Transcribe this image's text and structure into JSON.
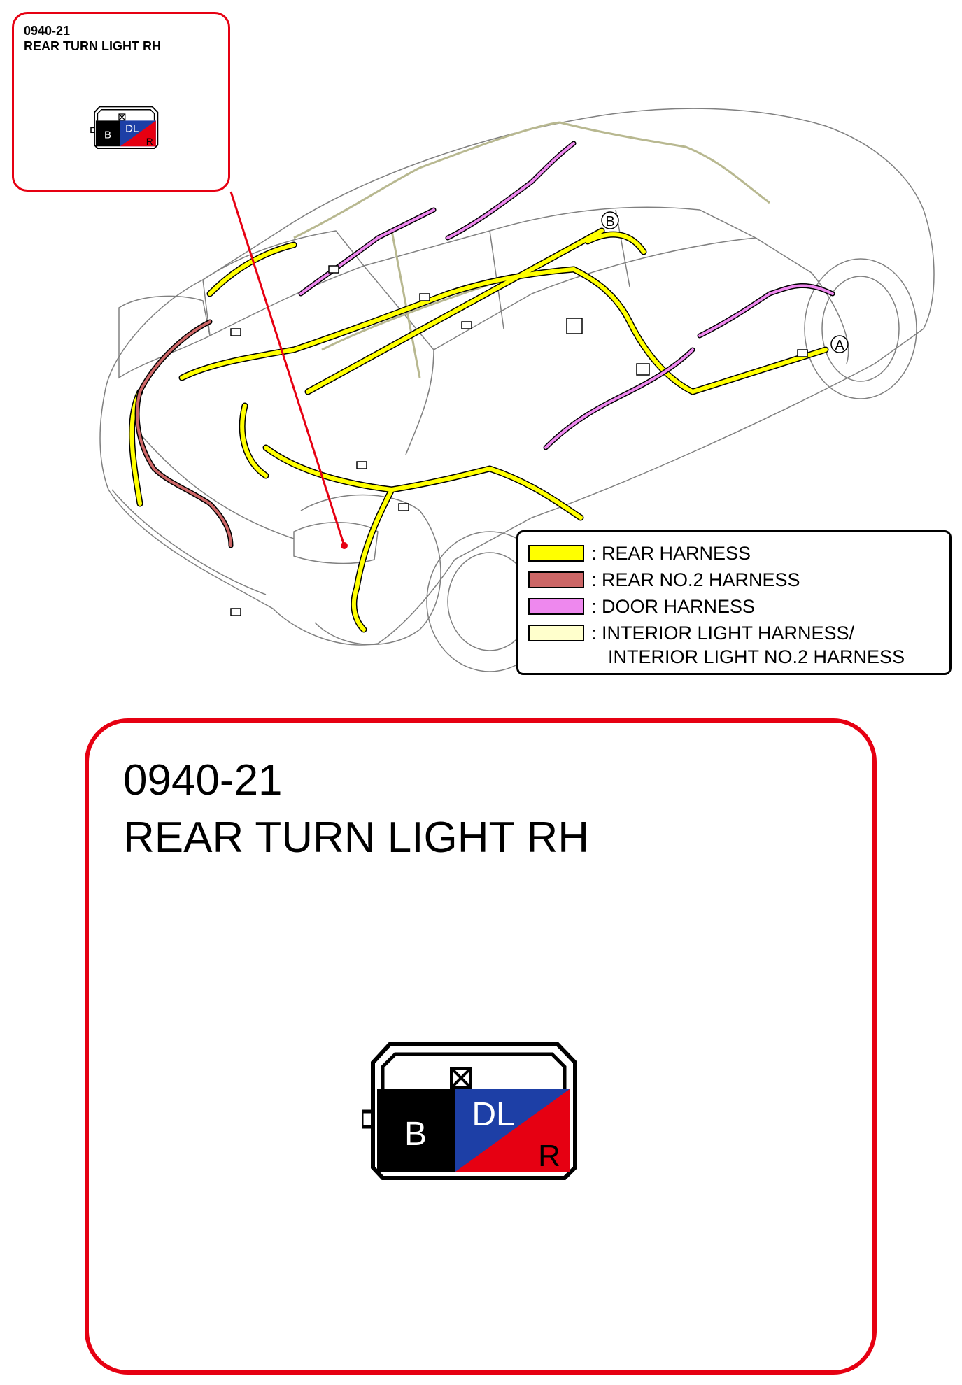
{
  "connector": {
    "code": "0940-21",
    "name": "REAR TURN LIGHT RH",
    "pins": [
      {
        "label": "B",
        "color": "#000000",
        "text_color": "#ffffff"
      },
      {
        "label": "DL",
        "color": "#1d3fa6",
        "text_color": "#ffffff"
      },
      {
        "label": "R",
        "color": "#e60012",
        "text_color": "#000000"
      }
    ]
  },
  "markers": {
    "a": "A",
    "b": "B"
  },
  "legend": {
    "items": [
      {
        "label": ": REAR HARNESS",
        "color": "#ffff00"
      },
      {
        "label": ": REAR NO.2 HARNESS",
        "color": "#cc6666"
      },
      {
        "label": ": DOOR HARNESS",
        "color": "#ee88ee"
      },
      {
        "label": ": INTERIOR LIGHT HARNESS/",
        "continuation": "INTERIOR LIGHT NO.2 HARNESS",
        "color": "#ffffcc"
      }
    ]
  },
  "colors": {
    "callout_border": "#e60012",
    "rear_harness": "#ffff00",
    "rear_no2_harness": "#cc6666",
    "door_harness": "#ee88ee",
    "interior_light_harness": "#ffffcc"
  }
}
